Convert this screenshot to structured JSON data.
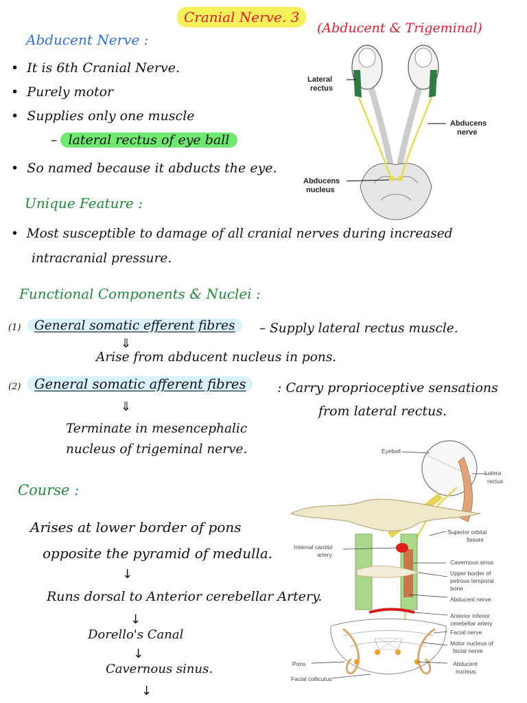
{
  "header": {
    "title": "Cranial Nerve. 3",
    "subtitle": "(Abducent & Trigeminal)"
  },
  "abducent": {
    "heading": "Abducent Nerve :",
    "bullets": [
      "It is 6th Cranial Nerve.",
      "Purely motor",
      "Supplies only one muscle"
    ],
    "highlight": "lateral rectus of eye ball",
    "named_bullet": "So named because it abducts the eye."
  },
  "unique": {
    "heading": "Unique Feature :",
    "line1": "Most susceptible to damage of all cranial nerves during increased",
    "line2": "intracranial pressure."
  },
  "functional": {
    "heading": "Functional Components & Nuclei :",
    "item1_num": "(1)",
    "item1_term": "General somatic efferent fibres",
    "item1_desc": "– Supply lateral rectus muscle.",
    "item1_sub": "Arise from abducent nucleus in pons.",
    "item2_num": "(2)",
    "item2_term": "General somatic afferent fibres",
    "item2_desc": ": Carry proprioceptive sensations",
    "item2_desc2": "from lateral rectus.",
    "item2_sub1": "Terminate in mesencephalic",
    "item2_sub2": "nucleus of trigeminal nerve."
  },
  "course": {
    "heading": "Course :",
    "line1": "Arises at lower border of pons",
    "line2": "opposite the pyramid of medulla.",
    "step2": "Runs dorsal to Anterior cerebellar Artery.",
    "step3": "Dorello's Canal",
    "step4": "Cavernous sinus."
  },
  "diagram1": {
    "label_lateral": "Lateral",
    "label_rectus": "rectus",
    "label_abducens": "Abducens",
    "label_nerve": "nerve",
    "label_abducens2": "Abducens",
    "label_nucleus": "nucleus"
  },
  "diagram2": {
    "eyeball": "Eyeball",
    "latera": "Latera",
    "rectus": "rectus",
    "superior": "Superior orbital",
    "fissure": "fissure",
    "ica1": "Internal carotid",
    "ica2": "artery",
    "cavernous": "Cavernous sinus",
    "upper1": "Upper border of",
    "upper2": "petrous temporal",
    "upper3": "bone",
    "abducent_nerve": "Abducent nerve",
    "aica1": "Anterior inferior",
    "aica2": "cerebellar artery",
    "facial": "Facial nerve",
    "motor1": "Motor nucleus of",
    "motor2": "facial nerve",
    "abd_nuc1": "Abducent",
    "abd_nuc2": "nucleus",
    "pons": "Pons",
    "colliculus": "Facial colliculus"
  },
  "colors": {
    "title_highlight": "#f6f15a",
    "red_ink": "#e8192c",
    "blue_ink": "#2f6fe0",
    "green_ink": "#1f8a3a",
    "green_highlight": "#6ee86e",
    "blue_highlight": "#d9f1fb"
  }
}
